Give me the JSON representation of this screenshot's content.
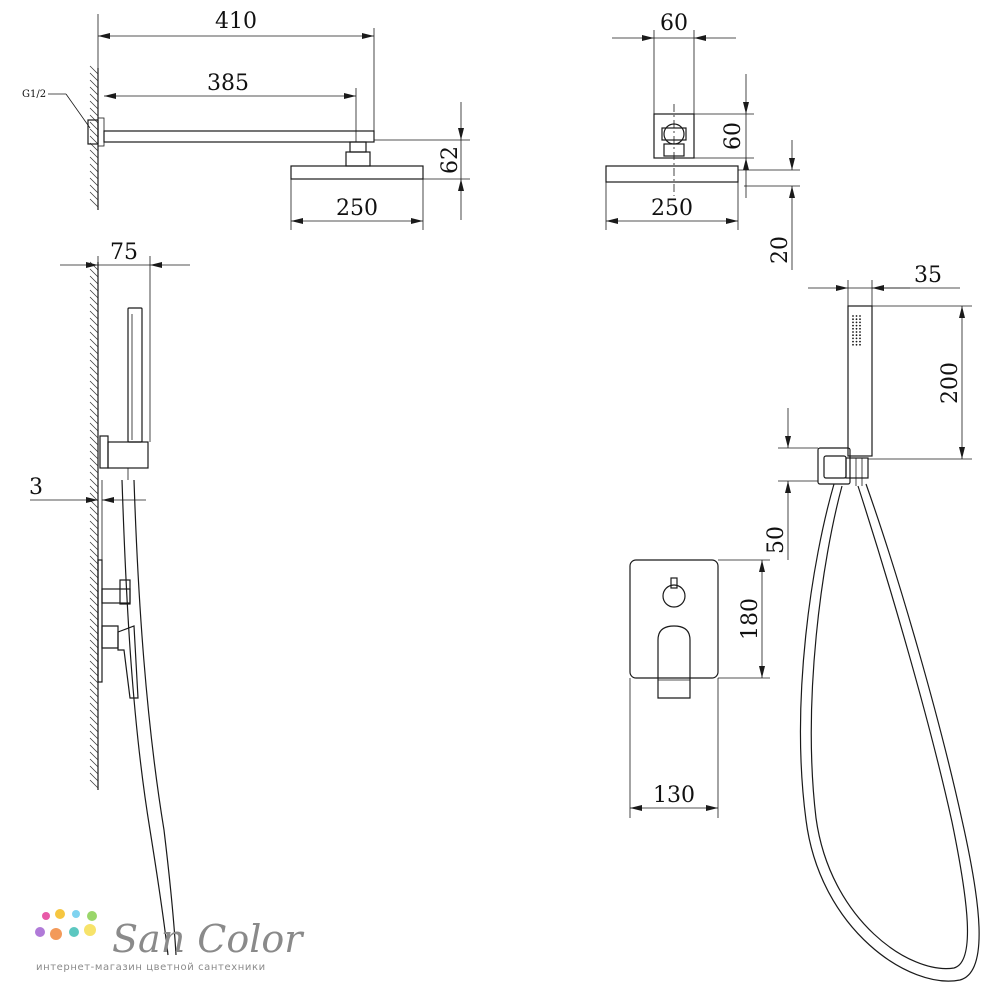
{
  "dimensions": {
    "arm_total": "410",
    "arm_length": "385",
    "thread": "G1/2",
    "head_height_side": "62",
    "head_width_side": "250",
    "arm_width_front": "60",
    "arm_height_front": "60",
    "head_width_front": "250",
    "head_thickness": "20",
    "holder_depth": "75",
    "plate_gap": "3",
    "handshower_width": "35",
    "handshower_length": "200",
    "bracket_height": "50",
    "mixer_plate_height": "180",
    "mixer_plate_width": "130"
  },
  "logo": {
    "name": "San Color",
    "tagline": "интернет-магазин цветной сантехники",
    "dot_colors": [
      "#e85aa8",
      "#f6c640",
      "#7fd3f0",
      "#9ad66a",
      "#b07ad8",
      "#f39a5a",
      "#5cc7c0",
      "#f7e36a"
    ]
  }
}
